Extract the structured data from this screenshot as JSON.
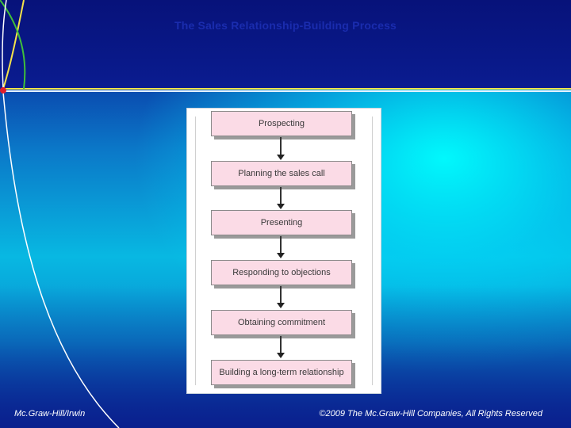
{
  "slide": {
    "title": "The Sales Relationship-Building Process",
    "footer_left": "Mc.Graw-Hill/Irwin",
    "footer_right": "©2009 The Mc.Graw-Hill Companies, All Rights Reserved"
  },
  "diagram": {
    "steps": [
      "Prospecting",
      "Planning the sales call",
      "Presenting",
      "Responding to objections",
      "Obtaining commitment",
      "Building a long-term relationship"
    ]
  },
  "colors": {
    "step_fill": "#fbdbe6",
    "title": "#1a2cae",
    "line_yellow": "#f4e24a",
    "line_green": "#3fbf3a",
    "dot_red": "#e11d2a"
  }
}
